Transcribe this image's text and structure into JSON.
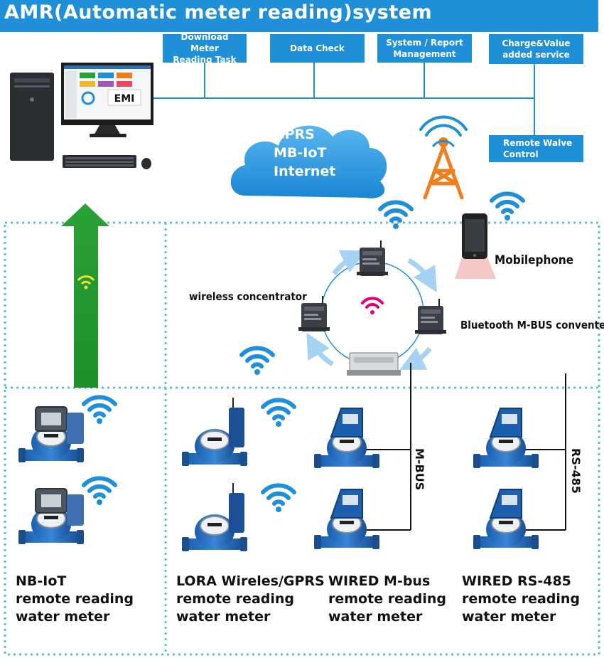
{
  "title": "AMR(Automatic meter reading)system",
  "features": [
    {
      "label": "Download Meter\nReading Task"
    },
    {
      "label": "Data  Check"
    },
    {
      "label": "System / Report\nManagement"
    },
    {
      "label": "Charge&Value\nadded service"
    },
    {
      "label": "Remote Walve\nControl"
    }
  ],
  "cloud": {
    "text": "GPRS\nMB-IoT\nInternet"
  },
  "computer": {
    "screen_logo": "EMI"
  },
  "devices": {
    "concentrator": "wireless concentrator",
    "converter": "Bluetooth M-BUS conventer",
    "mobile": "Mobilephone"
  },
  "buses": {
    "mbus": "M-BUS",
    "rs485": "RS-485"
  },
  "meter_groups": [
    {
      "label": "NB-IoT\nremote reading\nwater meter"
    },
    {
      "label": "LORA Wireles/GPRS\nremote reading\nwater meter"
    },
    {
      "label": "WIRED M-bus\nremote reading\nwater meter"
    },
    {
      "label": "WIRED RS-485\nremote reading\nwater meter"
    }
  ],
  "colors": {
    "primary_blue": "#1f8fd8",
    "dotted_border": "#5bc0c8",
    "arrow_green": "#2aa136",
    "tower_orange": "#f07d1e",
    "signal_magenta": "#e0007a"
  }
}
